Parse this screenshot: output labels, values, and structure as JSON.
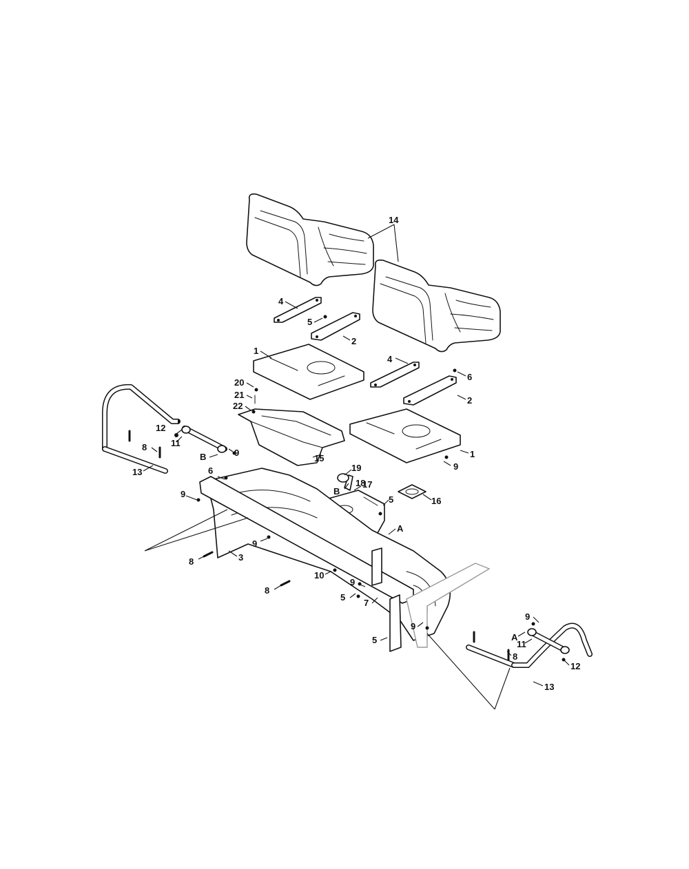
{
  "diagram": {
    "callouts": [
      {
        "id": "c14",
        "text": "14"
      },
      {
        "id": "c4a",
        "text": "4"
      },
      {
        "id": "c5a",
        "text": "5"
      },
      {
        "id": "c2a",
        "text": "2"
      },
      {
        "id": "c1a",
        "text": "1"
      },
      {
        "id": "c4b",
        "text": "4"
      },
      {
        "id": "c6a",
        "text": "6"
      },
      {
        "id": "c2b",
        "text": "2"
      },
      {
        "id": "c20",
        "text": "20"
      },
      {
        "id": "c21",
        "text": "21"
      },
      {
        "id": "c22",
        "text": "22"
      },
      {
        "id": "c15",
        "text": "15"
      },
      {
        "id": "c1b",
        "text": "1"
      },
      {
        "id": "c9a",
        "text": "9"
      },
      {
        "id": "c12a",
        "text": "12"
      },
      {
        "id": "c11a",
        "text": "11"
      },
      {
        "id": "c8a",
        "text": "8"
      },
      {
        "id": "cBa",
        "text": "B"
      },
      {
        "id": "c9b",
        "text": "9"
      },
      {
        "id": "c13a",
        "text": "13"
      },
      {
        "id": "c6b",
        "text": "6"
      },
      {
        "id": "c19",
        "text": "19"
      },
      {
        "id": "c18",
        "text": "18"
      },
      {
        "id": "cBb",
        "text": "B"
      },
      {
        "id": "c17",
        "text": "17"
      },
      {
        "id": "c5b",
        "text": "5"
      },
      {
        "id": "c16",
        "text": "16"
      },
      {
        "id": "c9c",
        "text": "9"
      },
      {
        "id": "cAa",
        "text": "A"
      },
      {
        "id": "c8b",
        "text": "8"
      },
      {
        "id": "c3",
        "text": "3"
      },
      {
        "id": "c9d",
        "text": "9"
      },
      {
        "id": "c10",
        "text": "10"
      },
      {
        "id": "c8c",
        "text": "8"
      },
      {
        "id": "c9e",
        "text": "9"
      },
      {
        "id": "c5c",
        "text": "5"
      },
      {
        "id": "c7",
        "text": "7"
      },
      {
        "id": "c9f",
        "text": "9"
      },
      {
        "id": "c5d",
        "text": "5"
      },
      {
        "id": "c9g",
        "text": "9"
      },
      {
        "id": "cAb",
        "text": "A"
      },
      {
        "id": "c11b",
        "text": "11"
      },
      {
        "id": "c8d",
        "text": "8"
      },
      {
        "id": "c12b",
        "text": "12"
      },
      {
        "id": "c13b",
        "text": "13"
      }
    ]
  }
}
